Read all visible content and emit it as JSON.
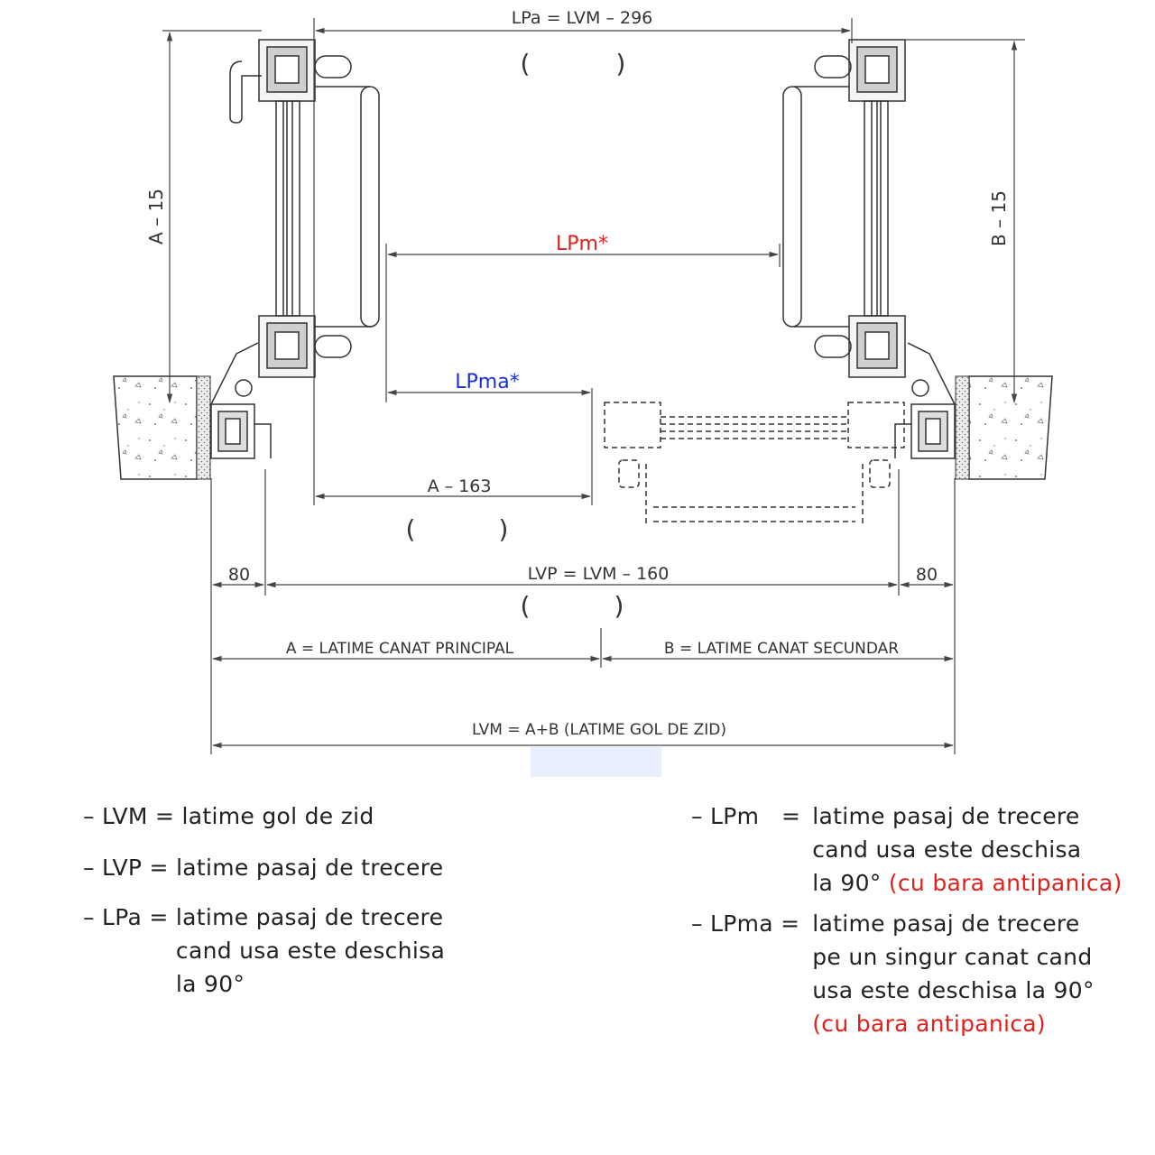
{
  "dimensions": {
    "lpa": "LPa = LVM – 296",
    "a15": "A – 15",
    "b15": "B – 15",
    "lpm": "LPm*",
    "lpma": "LPma*",
    "a163": "A – 163",
    "left80": "80",
    "right80": "80",
    "lvp": "LVP = LVM – 160",
    "a_width": "A = LATIME CANAT PRINCIPAL",
    "b_width": "B = LATIME CANAT SECUNDAR",
    "lvm": "LVM = A+B (LATIME GOL DE ZID)",
    "paren_open": "(",
    "paren_close": ")"
  },
  "colors": {
    "lpm": "#e0201b",
    "lpma": "#1c2fd6",
    "note_red": "#e0201b"
  },
  "legend_left": [
    {
      "term": "– LVM =",
      "lines": [
        "latime gol de zid"
      ]
    },
    {
      "term": "– LVP =",
      "lines": [
        "latime pasaj de trecere"
      ]
    },
    {
      "term": "– LPa =",
      "lines": [
        "latime pasaj de trecere",
        "cand usa este deschisa",
        "la 90°"
      ]
    }
  ],
  "legend_right": [
    {
      "term": "– LPm   =",
      "lines": [
        "latime pasaj de trecere",
        "cand usa este deschisa"
      ],
      "last_line": "la 90°",
      "note": "(cu bara antipanica)"
    },
    {
      "term": "– LPma =",
      "lines": [
        "latime pasaj de trecere",
        "pe un singur canat cand",
        "usa este deschisa la 90°"
      ],
      "note": "(cu bara antipanica)"
    }
  ]
}
